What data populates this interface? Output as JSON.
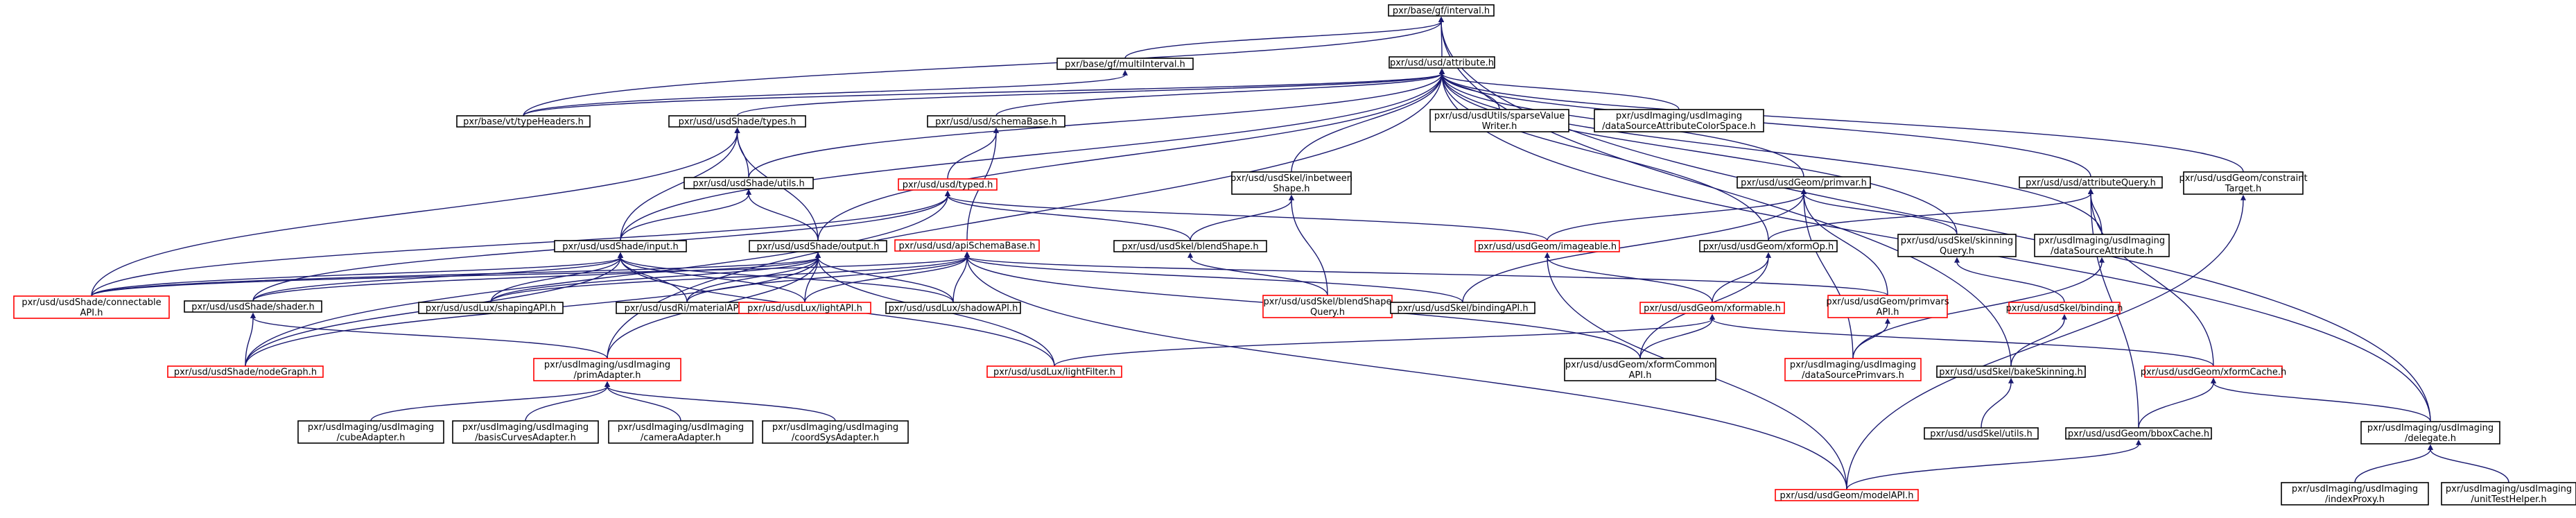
{
  "colors": {
    "edge": "#191970",
    "border_default": "#000000",
    "border_red": "#ff0000",
    "root_fill": "#bfbfbf",
    "node_fill": "#ffffff"
  },
  "nodes": [
    {
      "id": "interval",
      "lines": [
        "pxr/base/gf/interval.h"
      ],
      "border": "black",
      "root": true
    },
    {
      "id": "multiInterval",
      "lines": [
        "pxr/base/gf/multiInterval.h"
      ],
      "border": "black"
    },
    {
      "id": "attribute",
      "lines": [
        "pxr/usd/usd/attribute.h"
      ],
      "border": "black"
    },
    {
      "id": "typeHeaders",
      "lines": [
        "pxr/base/vt/typeHeaders.h"
      ],
      "border": "black"
    },
    {
      "id": "shadeTypes",
      "lines": [
        "pxr/usd/usdShade/types.h"
      ],
      "border": "black"
    },
    {
      "id": "schemaBase",
      "lines": [
        "pxr/usd/usd/schemaBase.h"
      ],
      "border": "black"
    },
    {
      "id": "sparseValueWriter",
      "lines": [
        "pxr/usd/usdUtils/sparseValue",
        "Writer.h"
      ],
      "border": "black"
    },
    {
      "id": "dsAttrColorSpace",
      "lines": [
        "pxr/usdImaging/usdImaging",
        "/dataSourceAttributeColorSpace.h"
      ],
      "border": "black"
    },
    {
      "id": "shadeUtils",
      "lines": [
        "pxr/usd/usdShade/utils.h"
      ],
      "border": "black"
    },
    {
      "id": "typed",
      "lines": [
        "pxr/usd/usd/typed.h"
      ],
      "border": "red"
    },
    {
      "id": "inbetweenShape",
      "lines": [
        "pxr/usd/usdSkel/inbetween",
        "Shape.h"
      ],
      "border": "black"
    },
    {
      "id": "primvar",
      "lines": [
        "pxr/usd/usdGeom/primvar.h"
      ],
      "border": "black"
    },
    {
      "id": "attributeQuery",
      "lines": [
        "pxr/usd/usd/attributeQuery.h"
      ],
      "border": "black"
    },
    {
      "id": "constraintTarget",
      "lines": [
        "pxr/usd/usdGeom/constraint",
        "Target.h"
      ],
      "border": "black"
    },
    {
      "id": "shadeInput",
      "lines": [
        "pxr/usd/usdShade/input.h"
      ],
      "border": "black"
    },
    {
      "id": "shadeOutput",
      "lines": [
        "pxr/usd/usdShade/output.h"
      ],
      "border": "black"
    },
    {
      "id": "apiSchemaBase",
      "lines": [
        "pxr/usd/usd/apiSchemaBase.h"
      ],
      "border": "red"
    },
    {
      "id": "blendShape",
      "lines": [
        "pxr/usd/usdSkel/blendShape.h"
      ],
      "border": "black"
    },
    {
      "id": "imageable",
      "lines": [
        "pxr/usd/usdGeom/imageable.h"
      ],
      "border": "red"
    },
    {
      "id": "xformOp",
      "lines": [
        "pxr/usd/usdGeom/xformOp.h"
      ],
      "border": "black"
    },
    {
      "id": "skinningQuery",
      "lines": [
        "pxr/usd/usdSkel/skinning",
        "Query.h"
      ],
      "border": "black"
    },
    {
      "id": "dsAttribute",
      "lines": [
        "pxr/usdImaging/usdImaging",
        "/dataSourceAttribute.h"
      ],
      "border": "black"
    },
    {
      "id": "connectableAPI",
      "lines": [
        "pxr/usd/usdShade/connectable",
        "API.h"
      ],
      "border": "red"
    },
    {
      "id": "shadeShader",
      "lines": [
        "pxr/usd/usdShade/shader.h"
      ],
      "border": "black"
    },
    {
      "id": "shapingAPI",
      "lines": [
        "pxr/usd/usdLux/shapingAPI.h"
      ],
      "border": "black"
    },
    {
      "id": "materialAPI",
      "lines": [
        "pxr/usd/usdRi/materialAPI.h"
      ],
      "border": "black"
    },
    {
      "id": "lightAPI",
      "lines": [
        "pxr/usd/usdLux/lightAPI.h"
      ],
      "border": "red"
    },
    {
      "id": "shadowAPI",
      "lines": [
        "pxr/usd/usdLux/shadowAPI.h"
      ],
      "border": "black"
    },
    {
      "id": "blendShapeQuery",
      "lines": [
        "pxr/usd/usdSkel/blendShape",
        "Query.h"
      ],
      "border": "red"
    },
    {
      "id": "bindingAPI",
      "lines": [
        "pxr/usd/usdSkel/bindingAPI.h"
      ],
      "border": "black"
    },
    {
      "id": "xformable",
      "lines": [
        "pxr/usd/usdGeom/xformable.h"
      ],
      "border": "red"
    },
    {
      "id": "primvarsAPI",
      "lines": [
        "pxr/usd/usdGeom/primvars",
        "API.h"
      ],
      "border": "red"
    },
    {
      "id": "skelBinding",
      "lines": [
        "pxr/usd/usdSkel/binding.h"
      ],
      "border": "red"
    },
    {
      "id": "nodeGraph",
      "lines": [
        "pxr/usd/usdShade/nodeGraph.h"
      ],
      "border": "red"
    },
    {
      "id": "primAdapter",
      "lines": [
        "pxr/usdImaging/usdImaging",
        "/primAdapter.h"
      ],
      "border": "red"
    },
    {
      "id": "lightFilter",
      "lines": [
        "pxr/usd/usdLux/lightFilter.h"
      ],
      "border": "red"
    },
    {
      "id": "xformCommonAPI",
      "lines": [
        "pxr/usd/usdGeom/xformCommon",
        "API.h"
      ],
      "border": "black"
    },
    {
      "id": "dsPrimvars",
      "lines": [
        "pxr/usdImaging/usdImaging",
        "/dataSourcePrimvars.h"
      ],
      "border": "red"
    },
    {
      "id": "bakeSkinning",
      "lines": [
        "pxr/usd/usdSkel/bakeSkinning.h"
      ],
      "border": "black"
    },
    {
      "id": "xformCache",
      "lines": [
        "pxr/usd/usdGeom/xformCache.h"
      ],
      "border": "red"
    },
    {
      "id": "cubeAdapter",
      "lines": [
        "pxr/usdImaging/usdImaging",
        "/cubeAdapter.h"
      ],
      "border": "black"
    },
    {
      "id": "basisCurvesAdapter",
      "lines": [
        "pxr/usdImaging/usdImaging",
        "/basisCurvesAdapter.h"
      ],
      "border": "black"
    },
    {
      "id": "cameraAdapter",
      "lines": [
        "pxr/usdImaging/usdImaging",
        "/cameraAdapter.h"
      ],
      "border": "black"
    },
    {
      "id": "coordSysAdapter",
      "lines": [
        "pxr/usdImaging/usdImaging",
        "/coordSysAdapter.h"
      ],
      "border": "black"
    },
    {
      "id": "skelUtils",
      "lines": [
        "pxr/usd/usdSkel/utils.h"
      ],
      "border": "black"
    },
    {
      "id": "bboxCache",
      "lines": [
        "pxr/usd/usdGeom/bboxCache.h"
      ],
      "border": "black"
    },
    {
      "id": "delegate",
      "lines": [
        "pxr/usdImaging/usdImaging",
        "/delegate.h"
      ],
      "border": "black"
    },
    {
      "id": "modelAPI",
      "lines": [
        "pxr/usd/usdGeom/modelAPI.h"
      ],
      "border": "red"
    },
    {
      "id": "indexProxy",
      "lines": [
        "pxr/usdImaging/usdImaging",
        "/indexProxy.h"
      ],
      "border": "black"
    },
    {
      "id": "unitTestHelper",
      "lines": [
        "pxr/usdImaging/usdImaging",
        "/unitTestHelper.h"
      ],
      "border": "black"
    }
  ],
  "edges": [
    [
      "interval",
      "multiInterval"
    ],
    [
      "interval",
      "attribute"
    ],
    [
      "interval",
      "typeHeaders"
    ],
    [
      "interval",
      "bakeSkinning"
    ],
    [
      "interval",
      "delegate"
    ],
    [
      "multiInterval",
      "typeHeaders"
    ],
    [
      "attribute",
      "typeHeaders"
    ],
    [
      "attribute",
      "shadeTypes"
    ],
    [
      "attribute",
      "schemaBase"
    ],
    [
      "attribute",
      "sparseValueWriter"
    ],
    [
      "attribute",
      "dsAttrColorSpace"
    ],
    [
      "attribute",
      "shadeUtils"
    ],
    [
      "attribute",
      "inbetweenShape"
    ],
    [
      "attribute",
      "primvar"
    ],
    [
      "attribute",
      "attributeQuery"
    ],
    [
      "attribute",
      "constraintTarget"
    ],
    [
      "attribute",
      "shadeInput"
    ],
    [
      "attribute",
      "shadeOutput"
    ],
    [
      "attribute",
      "xformOp"
    ],
    [
      "attribute",
      "skinningQuery"
    ],
    [
      "attribute",
      "dsAttribute"
    ],
    [
      "attribute",
      "primAdapter"
    ],
    [
      "attribute",
      "delegate"
    ],
    [
      "shadeTypes",
      "shadeUtils"
    ],
    [
      "shadeTypes",
      "shadeInput"
    ],
    [
      "shadeTypes",
      "shadeOutput"
    ],
    [
      "shadeTypes",
      "connectableAPI"
    ],
    [
      "schemaBase",
      "typed"
    ],
    [
      "schemaBase",
      "apiSchemaBase"
    ],
    [
      "shadeUtils",
      "shadeInput"
    ],
    [
      "shadeUtils",
      "shadeOutput"
    ],
    [
      "typed",
      "blendShape"
    ],
    [
      "typed",
      "imageable"
    ],
    [
      "typed",
      "connectableAPI"
    ],
    [
      "typed",
      "shadeShader"
    ],
    [
      "typed",
      "nodeGraph"
    ],
    [
      "inbetweenShape",
      "blendShape"
    ],
    [
      "inbetweenShape",
      "blendShapeQuery"
    ],
    [
      "primvar",
      "imageable"
    ],
    [
      "primvar",
      "skinningQuery"
    ],
    [
      "primvar",
      "primvarsAPI"
    ],
    [
      "primvar",
      "dsPrimvars"
    ],
    [
      "primvar",
      "bindingAPI"
    ],
    [
      "attributeQuery",
      "xformOp"
    ],
    [
      "attributeQuery",
      "dsAttribute"
    ],
    [
      "attributeQuery",
      "xformCache"
    ],
    [
      "attributeQuery",
      "bboxCache"
    ],
    [
      "constraintTarget",
      "modelAPI"
    ],
    [
      "shadeInput",
      "connectableAPI"
    ],
    [
      "shadeInput",
      "shadeShader"
    ],
    [
      "shadeInput",
      "nodeGraph"
    ],
    [
      "shadeInput",
      "shapingAPI"
    ],
    [
      "shadeInput",
      "materialAPI"
    ],
    [
      "shadeInput",
      "lightAPI"
    ],
    [
      "shadeInput",
      "shadowAPI"
    ],
    [
      "shadeInput",
      "lightFilter"
    ],
    [
      "shadeOutput",
      "connectableAPI"
    ],
    [
      "shadeOutput",
      "shadeShader"
    ],
    [
      "shadeOutput",
      "nodeGraph"
    ],
    [
      "shadeOutput",
      "shapingAPI"
    ],
    [
      "shadeOutput",
      "materialAPI"
    ],
    [
      "shadeOutput",
      "lightAPI"
    ],
    [
      "shadeOutput",
      "shadowAPI"
    ],
    [
      "shadeOutput",
      "lightFilter"
    ],
    [
      "shadeOutput",
      "primAdapter"
    ],
    [
      "apiSchemaBase",
      "connectableAPI"
    ],
    [
      "apiSchemaBase",
      "shapingAPI"
    ],
    [
      "apiSchemaBase",
      "materialAPI"
    ],
    [
      "apiSchemaBase",
      "lightAPI"
    ],
    [
      "apiSchemaBase",
      "shadowAPI"
    ],
    [
      "apiSchemaBase",
      "bindingAPI"
    ],
    [
      "apiSchemaBase",
      "primvarsAPI"
    ],
    [
      "apiSchemaBase",
      "xformCommonAPI"
    ],
    [
      "apiSchemaBase",
      "modelAPI"
    ],
    [
      "blendShape",
      "blendShapeQuery"
    ],
    [
      "imageable",
      "xformable"
    ],
    [
      "imageable",
      "modelAPI"
    ],
    [
      "xformOp",
      "xformable"
    ],
    [
      "xformOp",
      "xformCommonAPI"
    ],
    [
      "skinningQuery",
      "skelBinding"
    ],
    [
      "dsAttribute",
      "dsPrimvars"
    ],
    [
      "xformable",
      "lightFilter"
    ],
    [
      "xformable",
      "xformCommonAPI"
    ],
    [
      "xformable",
      "xformCache"
    ],
    [
      "primvarsAPI",
      "dsPrimvars"
    ],
    [
      "skelBinding",
      "bakeSkinning"
    ],
    [
      "shadeShader",
      "nodeGraph"
    ],
    [
      "shadeShader",
      "primAdapter"
    ],
    [
      "primAdapter",
      "cubeAdapter"
    ],
    [
      "primAdapter",
      "basisCurvesAdapter"
    ],
    [
      "primAdapter",
      "cameraAdapter"
    ],
    [
      "primAdapter",
      "coordSysAdapter"
    ],
    [
      "bakeSkinning",
      "skelUtils"
    ],
    [
      "xformCache",
      "bboxCache"
    ],
    [
      "xformCache",
      "delegate"
    ],
    [
      "bboxCache",
      "modelAPI"
    ],
    [
      "delegate",
      "indexProxy"
    ],
    [
      "delegate",
      "unitTestHelper"
    ]
  ]
}
